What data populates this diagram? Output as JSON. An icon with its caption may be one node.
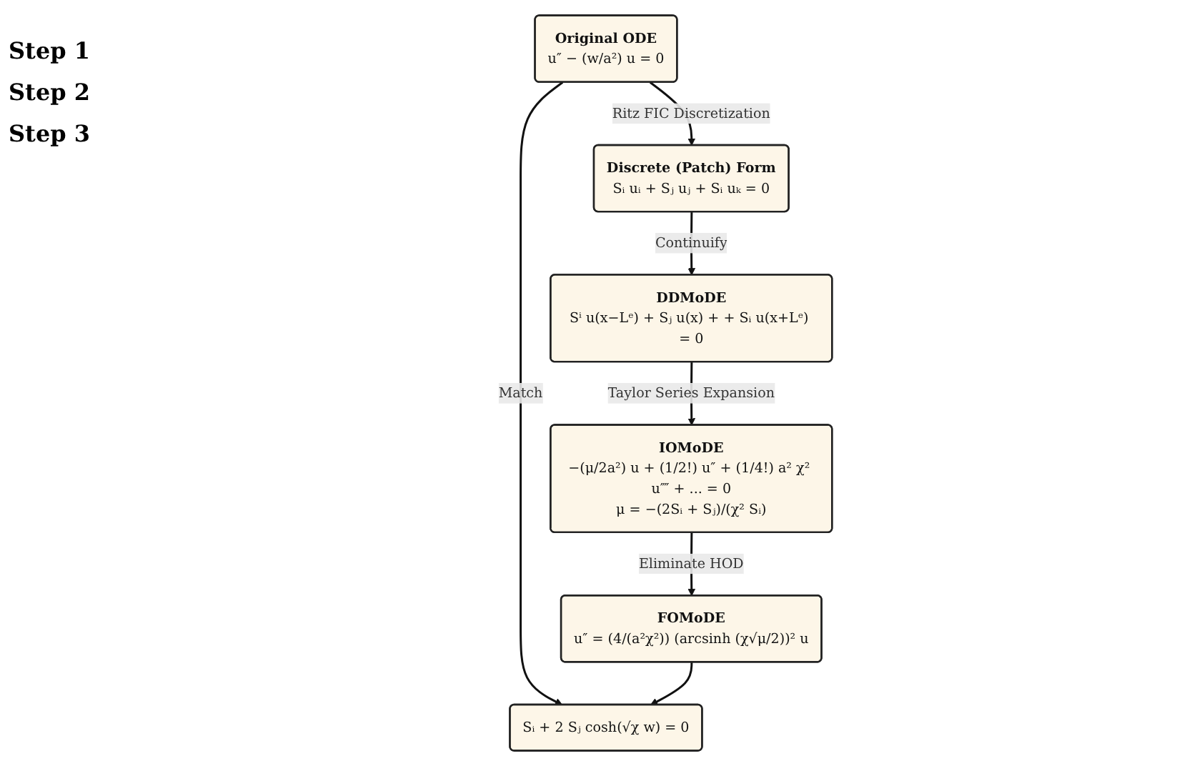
{
  "diagram": {
    "nodes": [
      {
        "text": [
          "Original ODE",
          "u″ − (w/a²) u = 0"
        ]
      },
      {
        "text": [
          "FOMoDE",
          "u″ = (4/(a²χ²)) (arcsinh (χ√μ/2))² u"
        ]
      },
      {
        "text": [
          "Sᵢ + 2 Sⱼ cosh(√χ w) = 0"
        ]
      },
      {
        "text": [
          "Discrete (Patch) Form",
          "Sᵢ uᵢ + Sⱼ uⱼ + Sᵢ uₖ = 0"
        ]
      },
      {
        "text": [
          "IOMoDE",
          "−(μ/2a²) u + (1/2!) u″ + (1/4!) a² χ² u⁗ + ... = 0",
          "μ = −(2Sᵢ + Sⱼ)/(χ² Sᵢ)"
        ]
      },
      {
        "text": [
          "DDMoDE",
          "Sⁱ u(x−Lᵉ) + Sⱼ u(x) + + Sᵢ u(x+Lᵉ) = 0"
        ]
      }
    ],
    "edges": [
      {
        "from": 0,
        "to": 3,
        "arrow": "to",
        "label": "Ritz FIC Discretization"
      },
      {
        "from": 3,
        "to": 5,
        "arrow": "to",
        "label": "Continuify"
      },
      {
        "from": 5,
        "to": 4,
        "arrow": "to",
        "label": "Taylor Series Expansion"
      },
      {
        "from": 4,
        "to": 1,
        "arrow": "to",
        "label": "Eliminate HOD"
      },
      {
        "from": 0,
        "to": 2,
        "arrow": "to",
        "label": "Match"
      },
      {
        "from": 1,
        "to": 2,
        "arrow": "to"
      }
    ],
    "labels": [
      "Step 1",
      "Step 2",
      "Step 3"
    ]
  }
}
